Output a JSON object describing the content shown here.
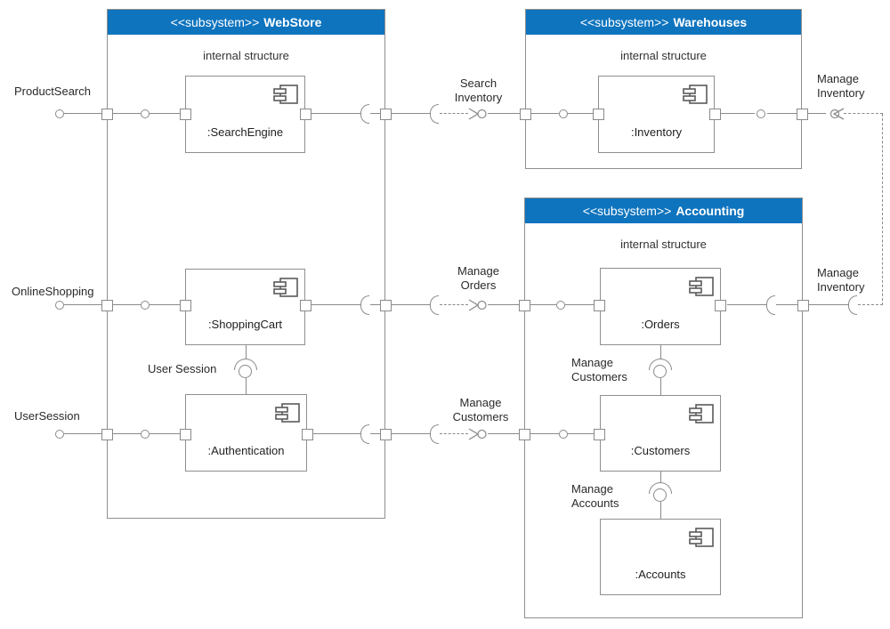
{
  "colors": {
    "header_blue": "#0F74BE",
    "line_gray": "#8A8A8A",
    "text_dark": "#2A2A2A"
  },
  "subsystems": {
    "webstore": {
      "stereotype": "<<subsystem>>",
      "name": "WebStore",
      "internal_label": "internal structure"
    },
    "warehouses": {
      "stereotype": "<<subsystem>>",
      "name": "Warehouses",
      "internal_label": "internal structure"
    },
    "accounting": {
      "stereotype": "<<subsystem>>",
      "name": "Accounting",
      "internal_label": "internal structure"
    }
  },
  "components": {
    "search_engine": ":SearchEngine",
    "shopping_cart": ":ShoppingCart",
    "authentication": ":Authentication",
    "inventory": ":Inventory",
    "orders": ":Orders",
    "customers": ":Customers",
    "accounts": ":Accounts"
  },
  "labels": {
    "product_search": "ProductSearch",
    "online_shopping": "OnlineShopping",
    "user_session_port": "UserSession",
    "search_inventory": "Search\nInventory",
    "manage_orders": "Manage\nOrders",
    "manage_customers_assembly": "Manage\nCustomers",
    "manage_inventory_top": "Manage\nInventory",
    "manage_inventory_bottom": "Manage\nInventory",
    "user_session_connector": "User Session",
    "manage_customers_internal": "Manage\nCustomers",
    "manage_accounts": "Manage\nAccounts"
  }
}
